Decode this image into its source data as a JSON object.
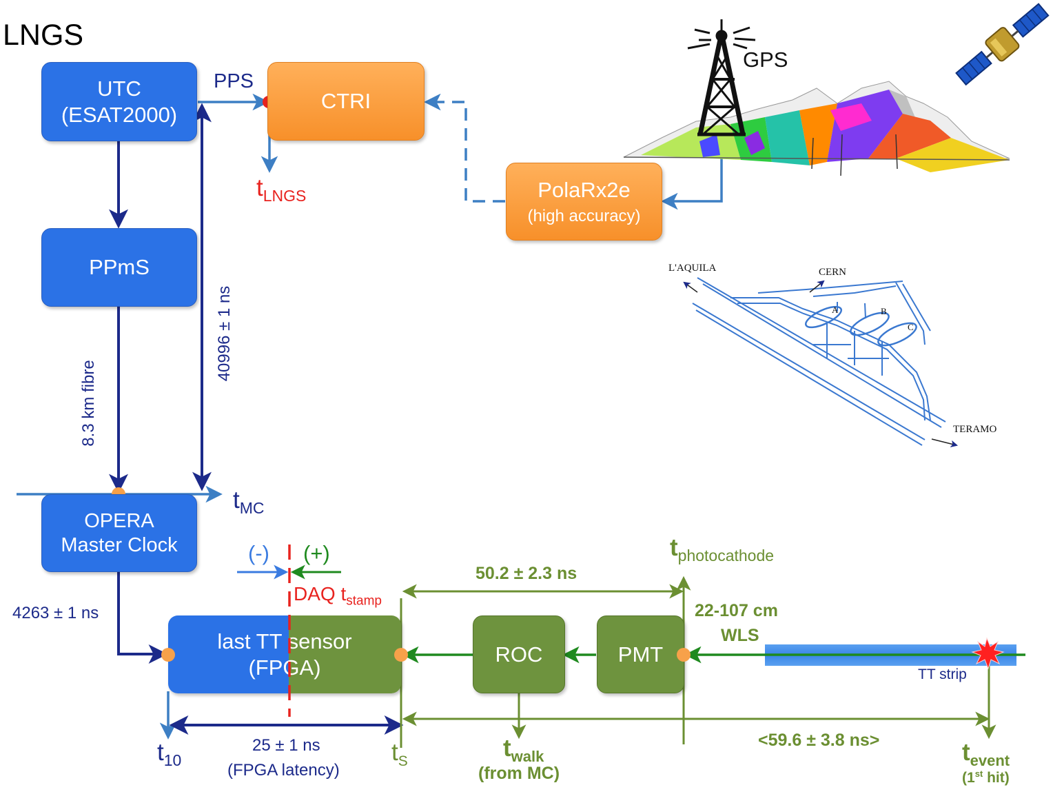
{
  "title": "LNGS",
  "boxes": {
    "utc": {
      "line1": "UTC",
      "line2": "(ESAT2000)"
    },
    "ppms": {
      "label": "PPmS"
    },
    "opera": {
      "line1": "OPERA",
      "line2": "Master Clock"
    },
    "ctri": {
      "label": "CTRI"
    },
    "polarx": {
      "line1": "PolaRx2e",
      "line2": "(high accuracy)"
    },
    "tt_sensor": {
      "line1": "last TT sensor",
      "line2": "(FPGA)"
    },
    "roc": {
      "label": "ROC"
    },
    "pmt": {
      "label": "PMT"
    }
  },
  "labels": {
    "pps": "PPS",
    "gps": "GPS",
    "t_lngs_base": "t",
    "t_lngs_sub": "LNGS",
    "fibre": "8.3 km fibre",
    "delay_40996": "40996 ± 1 ns",
    "t_mc_base": "t",
    "t_mc_sub": "MC",
    "delay_4263": "4263 ± 1 ns",
    "minus": "(-)",
    "plus": "(+)",
    "daq_base": "DAQ t",
    "daq_sub": "stamp",
    "delay_50": "50.2 ± 2.3 ns",
    "t_photo_base": "t",
    "t_photo_sub": "photocathode",
    "wls_line1": "22-107 cm",
    "wls_line2": "WLS",
    "tt_strip": "TT strip",
    "t10_base": "t",
    "t10_sub": "10",
    "fpga_latency_line1": "25 ± 1 ns",
    "fpga_latency_line2": "(FPGA latency)",
    "ts_base": "t",
    "ts_sub": "S",
    "twalk_base": "t",
    "twalk_sub": "walk",
    "twalk_note": "(from MC)",
    "delay_59": "<59.6 ± 3.8 ns>",
    "tevent_base": "t",
    "tevent_sub": "event",
    "tevent_note_pre": "(1",
    "tevent_note_sup": "st",
    "tevent_note_post": " hit)"
  },
  "map_labels": {
    "laquila": "L'AQUILA",
    "cern": "CERN",
    "teramo": "TERAMO",
    "hall_a": "A",
    "hall_b": "B",
    "hall_c": "C"
  },
  "colors": {
    "navy": "#1c2a8a",
    "steel": "#3d7fc4",
    "olive": "#6b8f32",
    "dark_green": "#1f8a1f",
    "red": "#e8231f",
    "orange_dot": "#f7a14a",
    "box_blue": "#2b72e6",
    "box_green": "#6e933e",
    "box_orange": "#f7902a"
  },
  "icons": [
    "satellite-icon",
    "gps-antenna-icon",
    "mountain-geology-illustration",
    "lngs-tunnel-map",
    "hit-star-icon"
  ]
}
